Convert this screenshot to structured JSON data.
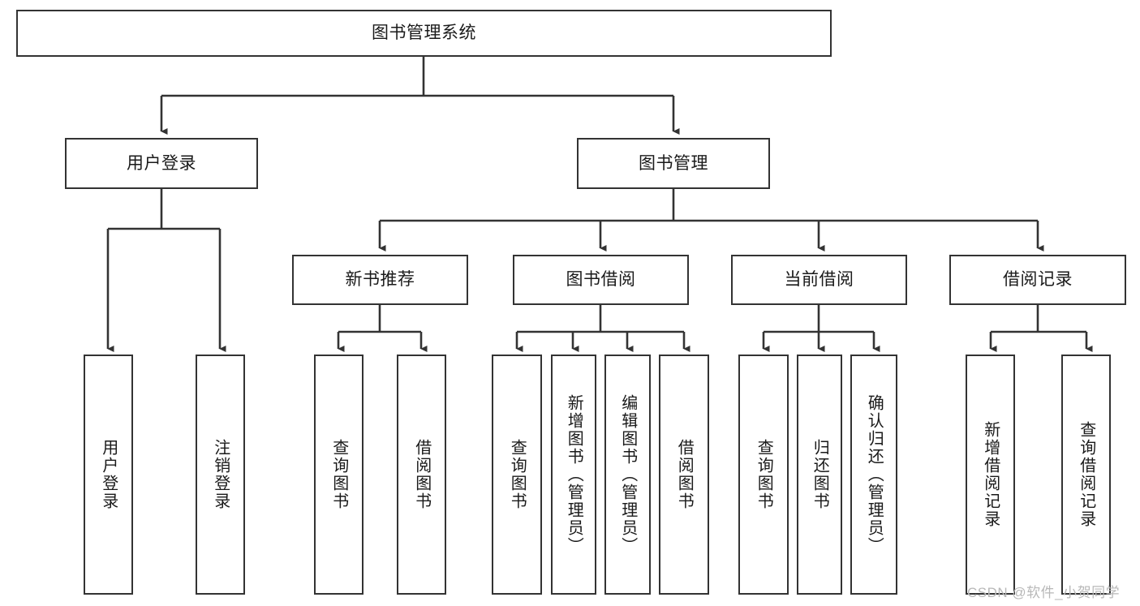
{
  "diagram": {
    "type": "tree-hierarchy",
    "title": "图书管理系统",
    "watermark": "CSDN @软件_小贺同学",
    "colors": {
      "border": "#333333",
      "background": "#ffffff",
      "text": "#1a1a1a",
      "connector": "#333333",
      "watermark": "#b8b8b8"
    },
    "nodes": {
      "root": {
        "label": "图书管理系统",
        "orientation": "horizontal"
      },
      "level2": [
        {
          "id": "user-login",
          "label": "用户登录",
          "orientation": "horizontal"
        },
        {
          "id": "book-manage",
          "label": "图书管理",
          "orientation": "horizontal"
        }
      ],
      "level3": [
        {
          "id": "new-book-recommend",
          "label": "新书推荐",
          "orientation": "horizontal"
        },
        {
          "id": "book-borrow",
          "label": "图书借阅",
          "orientation": "horizontal"
        },
        {
          "id": "current-borrow",
          "label": "当前借阅",
          "orientation": "horizontal"
        },
        {
          "id": "borrow-record",
          "label": "借阅记录",
          "orientation": "horizontal"
        }
      ],
      "leaves": [
        {
          "id": "leaf-user-login",
          "label": "用户登录",
          "parent": "user-login"
        },
        {
          "id": "leaf-logout-login",
          "label": "注销登录",
          "parent": "user-login"
        },
        {
          "id": "leaf-query-book-1",
          "label": "查询图书",
          "parent": "new-book-recommend"
        },
        {
          "id": "leaf-borrow-book-1",
          "label": "借阅图书",
          "parent": "new-book-recommend"
        },
        {
          "id": "leaf-query-book-2",
          "label": "查询图书",
          "parent": "book-borrow"
        },
        {
          "id": "leaf-add-book",
          "label": "新增图书（管理员）",
          "parent": "book-borrow"
        },
        {
          "id": "leaf-edit-book",
          "label": "编辑图书（管理员）",
          "parent": "book-borrow"
        },
        {
          "id": "leaf-borrow-book-2",
          "label": "借阅图书",
          "parent": "book-borrow"
        },
        {
          "id": "leaf-query-book-3",
          "label": "查询图书",
          "parent": "current-borrow"
        },
        {
          "id": "leaf-return-book",
          "label": "归还图书",
          "parent": "current-borrow"
        },
        {
          "id": "leaf-confirm-return",
          "label": "确认归还（管理员）",
          "parent": "current-borrow"
        },
        {
          "id": "leaf-add-record",
          "label": "新增借阅记录",
          "parent": "borrow-record"
        },
        {
          "id": "leaf-query-record",
          "label": "查询借阅记录",
          "parent": "borrow-record"
        }
      ]
    }
  }
}
